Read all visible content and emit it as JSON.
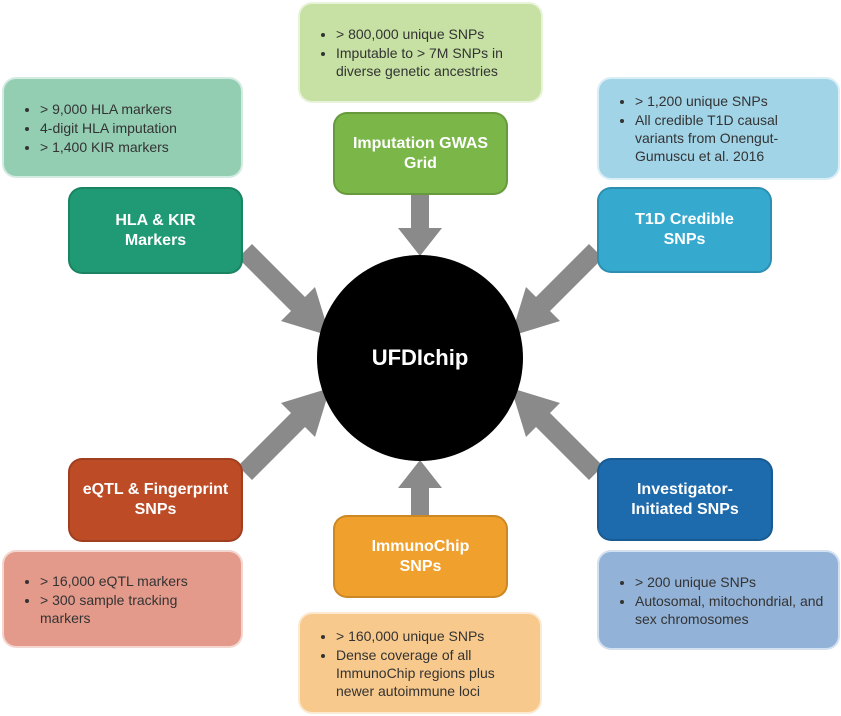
{
  "hub": {
    "label": "UFDIchip"
  },
  "modules": {
    "imputation": {
      "title": "Imputation GWAS Grid",
      "bullets": [
        "> 800,000 unique SNPs",
        "Imputable to > 7M SNPs in diverse genetic ancestries"
      ],
      "title_color": "#7ab648",
      "detail_color": "#c6e1a3"
    },
    "hla": {
      "title": "HLA & KIR Markers",
      "bullets": [
        "> 9,000 HLA markers",
        "4-digit HLA imputation",
        "> 1,400 KIR markers"
      ],
      "title_color": "#1f9a74",
      "detail_color": "#93ceb3"
    },
    "t1d": {
      "title": "T1D Credible SNPs",
      "bullets": [
        "> 1,200 unique SNPs",
        "All credible T1D causal variants from Onengut-Gumuscu et al. 2016"
      ],
      "title_color": "#36a9cf",
      "detail_color": "#a2d4e8"
    },
    "eqtl": {
      "title": "eQTL & Fingerprint SNPs",
      "bullets": [
        "> 16,000 eQTL markers",
        "> 300 sample tracking markers"
      ],
      "title_color": "#bd4b25",
      "detail_color": "#e49a8b"
    },
    "immunochip": {
      "title": "ImmunoChip SNPs",
      "bullets": [
        "> 160,000 unique SNPs",
        "Dense coverage of all ImmunoChip regions plus newer autoimmune loci"
      ],
      "title_color": "#f0a02c",
      "detail_color": "#f8c98c"
    },
    "investigator": {
      "title": "Investigator-Initiated SNPs",
      "bullets": [
        "> 200 unique SNPs",
        "Autosomal, mitochondrial, and sex chromosomes"
      ],
      "title_color": "#1d6aac",
      "detail_color": "#92b2d8"
    }
  },
  "arrow_color": "#8a8a8a"
}
